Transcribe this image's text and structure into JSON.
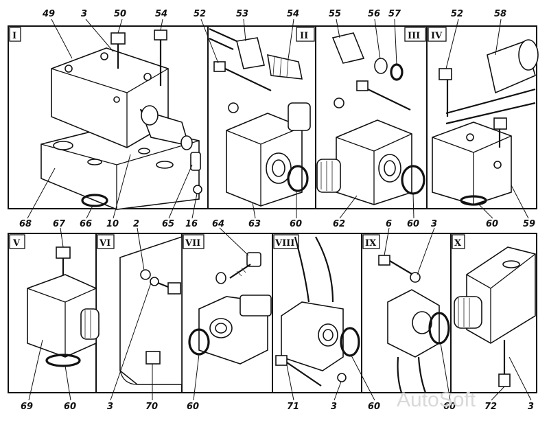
{
  "panels": [
    {
      "roman": "I"
    },
    {
      "roman": "II"
    },
    {
      "roman": "III"
    },
    {
      "roman": "IV"
    },
    {
      "roman": "V"
    },
    {
      "roman": "VI"
    },
    {
      "roman": "VII"
    },
    {
      "roman": "VIII"
    },
    {
      "roman": "IX"
    },
    {
      "roman": "X"
    }
  ],
  "labels": {
    "l49": "49",
    "l3a": "3",
    "l50": "50",
    "l54a": "54",
    "l52a": "52",
    "l53": "53",
    "l54b": "54",
    "l55": "55",
    "l56": "56",
    "l57": "57",
    "l52b": "52",
    "l58": "58",
    "l68": "68",
    "l66": "66",
    "l10": "10",
    "l65": "65",
    "l16": "16",
    "l63": "63",
    "l60a": "60",
    "l62": "62",
    "l60b": "60",
    "l60c": "60",
    "l59": "59",
    "l67": "67",
    "l2": "2",
    "l64": "64",
    "l6": "6",
    "l3b": "3",
    "l69": "69",
    "l60d": "60",
    "l3c": "3",
    "l70": "70",
    "l60e": "60",
    "l71": "71",
    "l3d": "3",
    "l60f": "60",
    "l60g": "60",
    "l72": "72",
    "l3e": "3"
  },
  "watermark": "AutoSoft"
}
